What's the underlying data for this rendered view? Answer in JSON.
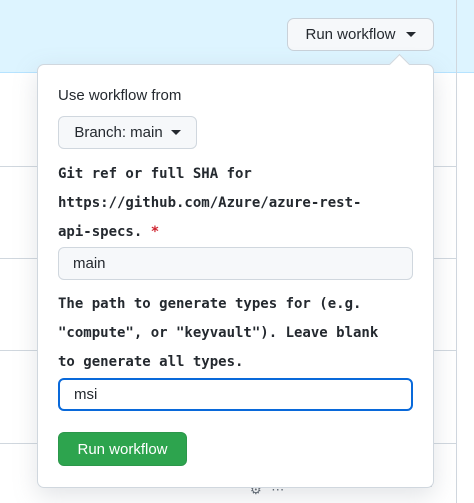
{
  "header": {
    "run_workflow_button": "Run workflow"
  },
  "popover": {
    "use_workflow_from": "Use workflow from",
    "branch_selector": "Branch: main",
    "git_ref_label": {
      "line1": "Git ref or full SHA for",
      "line2": "https://github.com/Azure/azure-rest-",
      "line3": "api-specs.",
      "required_marker": "*"
    },
    "git_ref_value": "main",
    "path_label": {
      "line1": "The path to generate types for (e.g.",
      "line2": "\"compute\", or \"keyvault\"). Leave blank",
      "line3": "to generate all types."
    },
    "path_value": "msi",
    "submit_button": "Run workflow"
  },
  "colors": {
    "banner": "#ddf4ff",
    "primary_green": "#2da44e",
    "focus_blue": "#0969da",
    "required_red": "#cf222e"
  }
}
